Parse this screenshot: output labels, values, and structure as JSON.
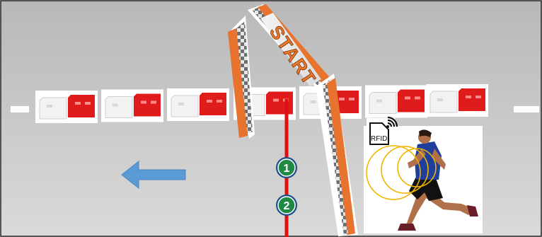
{
  "arch": {
    "label": "START"
  },
  "markers": [
    {
      "number": "1",
      "fill": "#1f8a44",
      "ring": "#1c4f8c"
    },
    {
      "number": "2",
      "fill": "#1f8a44",
      "ring": "#1c4f8c"
    }
  ],
  "rfid": {
    "label": "RFID"
  },
  "colors": {
    "ground_top": "#bcbcbc",
    "ground_bottom": "#d9d9d9",
    "lane_line": "#ffffff",
    "barrier_red": "#e01b1b",
    "barrier_white": "#f2f2f2",
    "arch_orange": "#e8732e",
    "start_line": "#e01010",
    "arrow": "#5b9bd5",
    "rfid_ring": "#f0b400",
    "runner_shirt": "#1f3f9a",
    "runner_shorts": "#111111",
    "runner_skin": "#b0704a"
  },
  "icons": {
    "direction": "left-arrow-icon",
    "rfid": "rfid-tag-icon",
    "runner": "runner-icon"
  }
}
